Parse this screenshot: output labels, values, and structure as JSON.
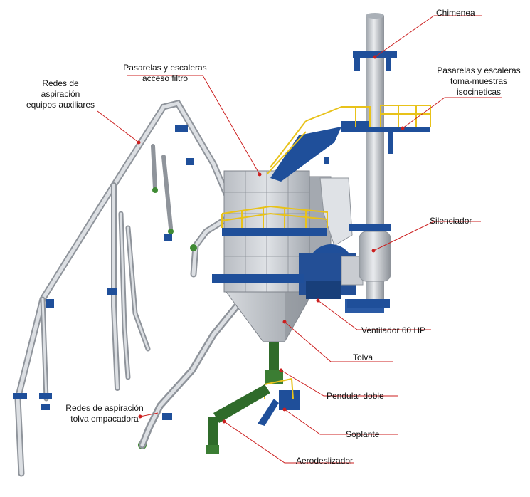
{
  "labels": {
    "chimenea": "Chimenea",
    "pasarelas_filtro": [
      "Pasarelas y escaleras",
      "acceso filtro"
    ],
    "pasarelas_toma": [
      "Pasarelas y escaleras",
      "toma-muestras",
      "isocineticas"
    ],
    "redes_auxiliares": [
      "Redes de",
      "aspiración",
      "equipos auxiliares"
    ],
    "silenciador": "Silenciador",
    "ventilador": "Ventilador 60 HP",
    "tolva": "Tolva",
    "pendular": "Pendular doble",
    "redes_tolva": [
      "Redes de aspiración",
      "tolva empacadora"
    ],
    "soplante": "Soplante",
    "aerodeslizador": "Aerodeslizador"
  },
  "colors": {
    "leader": "#cc1f1f",
    "steel": "#c9ccd1",
    "steel_dark": "#8f949b",
    "structure_blue": "#1f4f9a",
    "handrail_yellow": "#e8c21a",
    "duct_green": "#2f6b2a"
  }
}
